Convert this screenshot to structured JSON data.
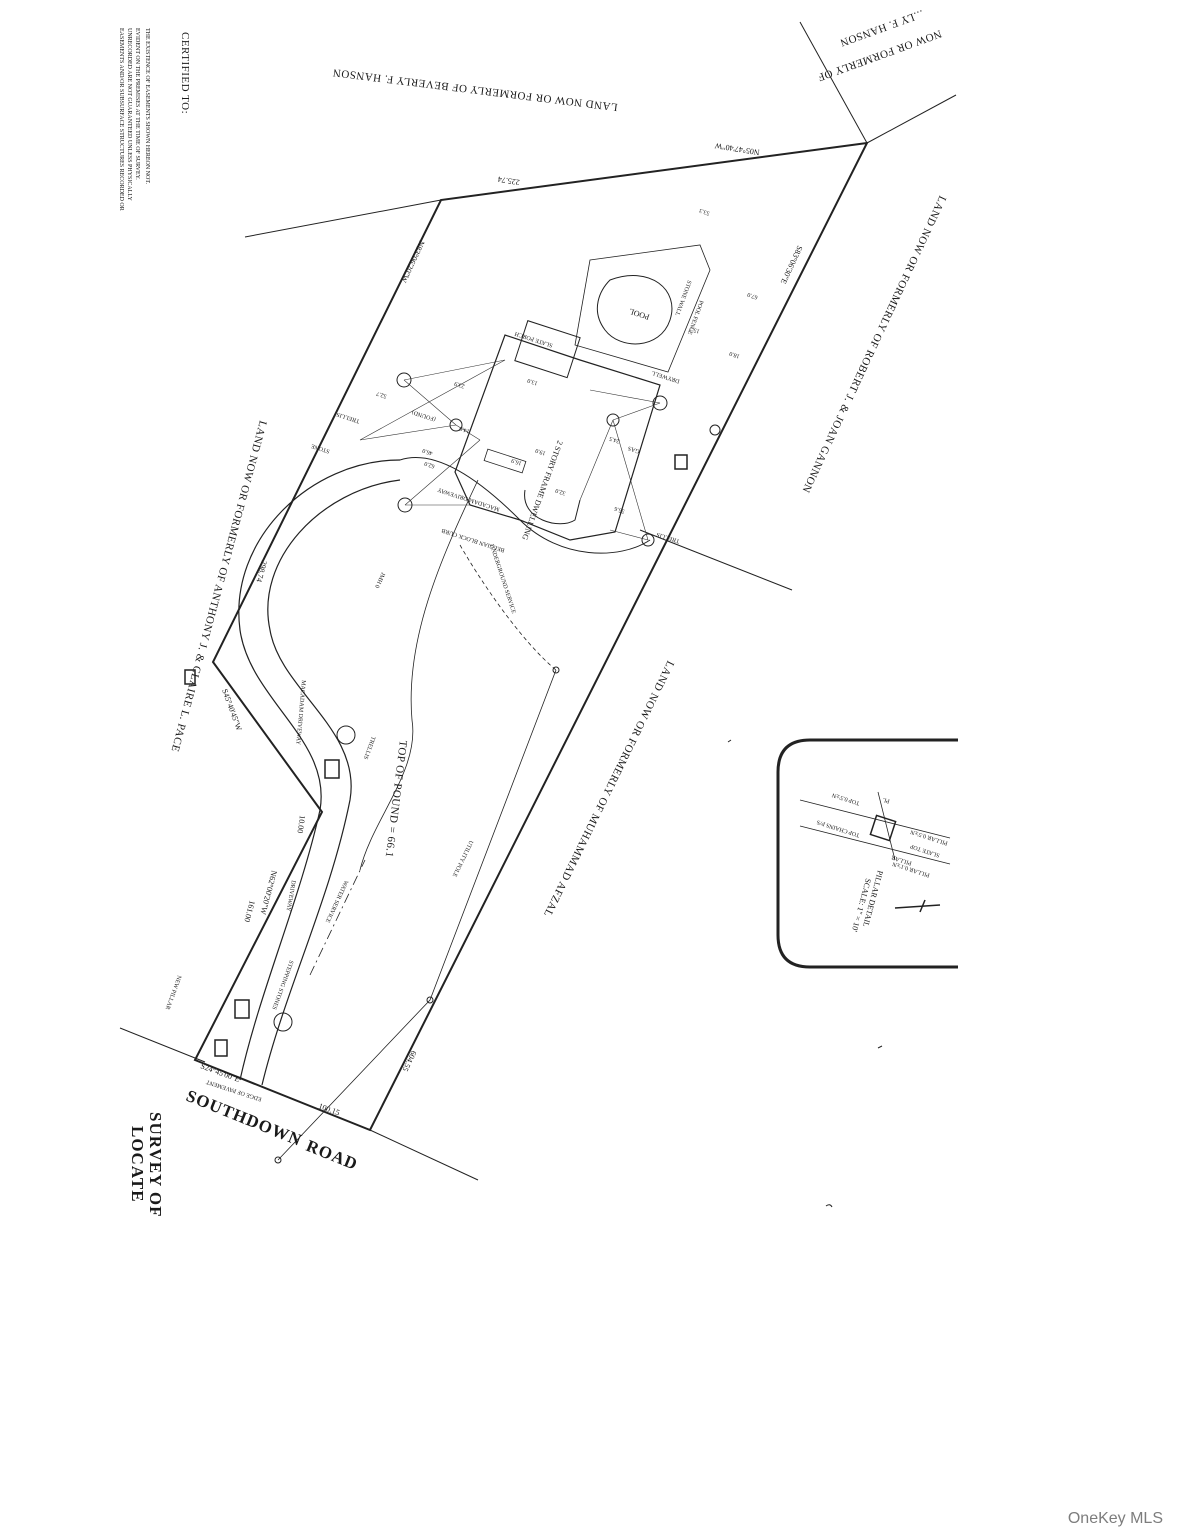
{
  "survey": {
    "title_line1": "SURVEY OF",
    "title_line2": "LOCATE",
    "road": [
      "SOUTHDOWN",
      "ROAD"
    ],
    "edge_of_pavement": "EDGE OF PAVEMENT",
    "certified_to": "CERTIFIED TO:",
    "note": [
      "EASEMENTS AND/OR SUBSURFACE STRUCTURES RECORDED OR",
      "UNRECORDED ARE NOT GUARANTEED UNLESS PHYSICALLY",
      "EVIDENT ON THE PREMISES AT THE TIME OF SURVEY.",
      "THE EXISTENCE OF EASEMENTS SHOWN HEREON NOT."
    ],
    "adjoiners": {
      "north": "LAND NOW OR FORMERLY OF BEVERLY F. HANSON",
      "northeast": "LAND NOW OR FORMERLY OF ROBERT J. & JOAN GANNON",
      "corner": [
        "NOW OR FORMERLY OF",
        "...LY F. HANSON"
      ],
      "south": "LAND NOW OR FORMERLY OF MUHAMMAD AFZAL",
      "west": "LAND NOW OR FORMERLY OF ANTHONY J. & CLAIRE L. PACE"
    },
    "bearings": {
      "north_line": "N05°47'40\"W",
      "north_dist": "225.74",
      "east_line": "S83°06'30\"E",
      "west_line": "N83°06'20\"W",
      "west_dist": "298.74",
      "sw_line": "S45°40'45\"W",
      "sw_line2": "N62°00'20\"W",
      "sw_dist1": "161.00",
      "sw_dist2": "10.00",
      "road_line": "S24°45'00\"E",
      "road_dist": "100.15",
      "east_long": "604.55"
    },
    "features": {
      "slate_porch": "SLATE PORCH",
      "pool": "POOL",
      "dwelling": "2 STORY FRAME DWELLING",
      "macadam_driveway": "MACADAM DRIVEWAY",
      "belgian_block_curb": "BELGIAN BLOCK CURB",
      "underground_service": "UNDERGROUND SERVICE",
      "top_of_pound": "TOP OF POUND = 66.1",
      "macadam_driveway_2": "MACADAM DRIVEWAY",
      "water_service": "WATER SERVICE",
      "pool_fence": "POOL FENCE",
      "stone_wall": "STONE WALL",
      "found": "(FOUND)",
      "mh": "DRYWELL",
      "gas": "GAS",
      "elev": "JMH 0",
      "utility_pole": "UTILITY POLE",
      "trellis": "TRELLIS",
      "stepping_stones": "STEPPING STONES",
      "new_pillar": "NEW PILLAR",
      "driveway_lbl": "DRIVEWAY",
      "stone": "STONE"
    },
    "pillar_detail": {
      "title": "PILLAR DETAIL",
      "scale": "SCALE: 1\" = 10'",
      "pl": "PL",
      "labels": [
        "TOP 0.5'±N",
        "TOP CHAINS P/S",
        "PILLAR 0.5'±N",
        "SLATE TOP",
        "PILLAR",
        "PILLAR 0.1'±N"
      ]
    },
    "dims": [
      "23.9",
      "14.9",
      "13.0",
      "16.9",
      "19.0",
      "32.0",
      "46.0",
      "55.6",
      "24.5",
      "62.0",
      "52.7",
      "15.7",
      "53.3",
      "67.0",
      "18.0"
    ]
  },
  "watermark": "OneKey MLS"
}
